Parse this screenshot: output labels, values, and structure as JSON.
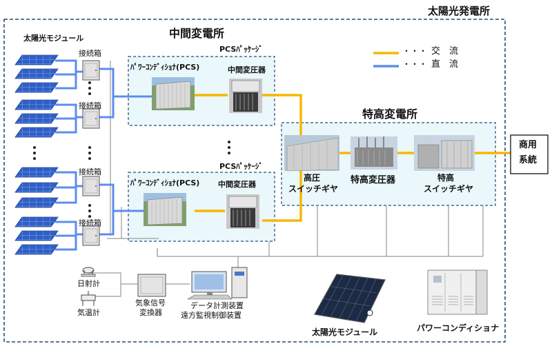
{
  "plant_title": "太陽光発電所",
  "intermediate_substation": "中間変電所",
  "pcs_package_1": "PCSﾊﾟｯｹｰｼﾞ",
  "pcs_package_2": "PCSﾊﾟｯｹｰｼﾞ",
  "pcs_label_1": "ﾊﾟﾜｰｺﾝﾃﾞｨｼｮﾅ(PCS)",
  "pcs_label_2": "ﾊﾟﾜｰｺﾝﾃﾞｨｼｮﾅ(PCS)",
  "mid_transformer_1": "中間変圧器",
  "mid_transformer_2": "中間変圧器",
  "solar_module_top": "太陽光モジュール",
  "junction_box_1": "接続箱",
  "junction_box_2": "接続箱",
  "junction_box_3": "接続箱",
  "junction_box_4": "接続箱",
  "legend": {
    "ac_dots": "・・・",
    "ac_label": "交　流",
    "dc_dots": "・・・",
    "dc_label": "直　流",
    "ac_color": "#f5b800",
    "dc_color": "#5b8def"
  },
  "extra_high_substation": "特高変電所",
  "hv_switchgear_line1": "高圧",
  "hv_switchgear_line2": "スイッチギヤ",
  "ehv_transformer": "特高変圧器",
  "ehv_switchgear_line1": "特高",
  "ehv_switchgear_line2": "スイッチギヤ",
  "grid_line1": "商用",
  "grid_line2": "系統",
  "pyranometer": "日射計",
  "thermometer": "気温計",
  "weather_converter_line1": "気象信号",
  "weather_converter_line2": "変換器",
  "data_device_line1": "データ計測装置",
  "data_device_line2": "遠方監視制御装置",
  "solar_module_bottom": "太陽光モジュール",
  "pcs_bottom": "パワーコンディショナ"
}
